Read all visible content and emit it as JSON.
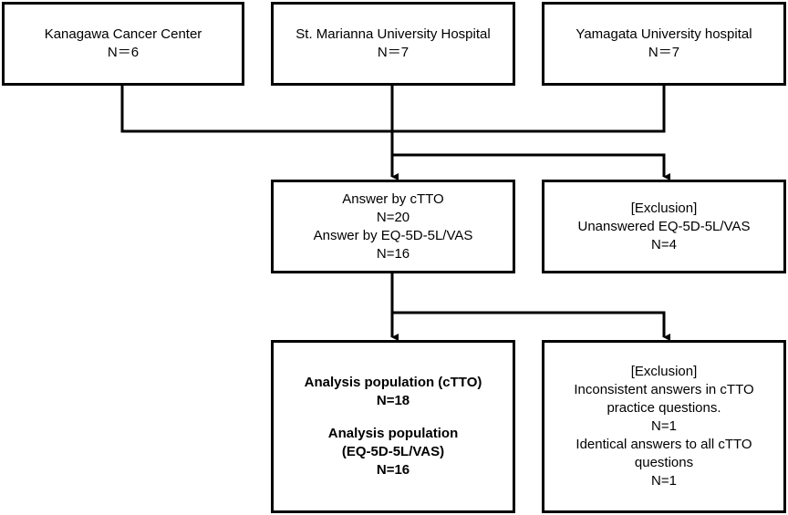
{
  "sites": [
    {
      "name": "Kanagawa Cancer Center",
      "n": "N＝6"
    },
    {
      "name": "St. Marianna University Hospital",
      "n": "N＝7"
    },
    {
      "name": "Yamagata University hospital",
      "n": "N＝7"
    }
  ],
  "answers": {
    "cTTO_label": "Answer by cTTO",
    "cTTO_n": "N=20",
    "eq_label": "Answer by EQ-5D-5L/VAS",
    "eq_n": "N=16"
  },
  "exclusion1": {
    "title": "[Exclusion]",
    "reason": "Unanswered EQ-5D-5L/VAS",
    "n": "N=4"
  },
  "analysis": {
    "cTTO_label": "Analysis population (cTTO)",
    "cTTO_n": "N=18",
    "eq_label_line1": "Analysis population",
    "eq_label_line2": "(EQ-5D-5L/VAS)",
    "eq_n": "N=16"
  },
  "exclusion2": {
    "title": "[Exclusion]",
    "reason1_line1": "Inconsistent answers in cTTO",
    "reason1_line2": "practice questions.",
    "reason1_n": "N=1",
    "reason2_line1": "Identical answers to all cTTO",
    "reason2_line2": "questions",
    "reason2_n": "N=1"
  }
}
